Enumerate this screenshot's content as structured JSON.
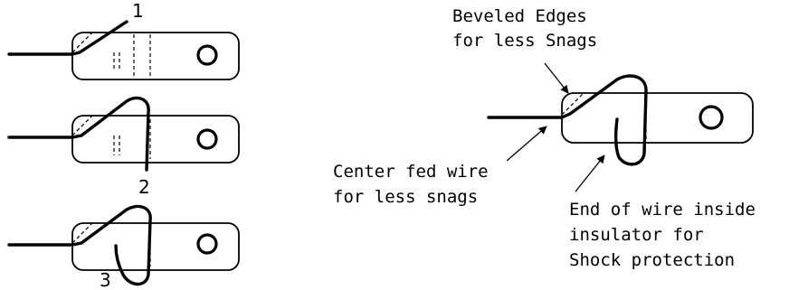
{
  "steps": [
    {
      "label": "1"
    },
    {
      "label": "2"
    },
    {
      "label": "3"
    }
  ],
  "annotations": {
    "beveled_edges": [
      "Beveled Edges",
      "for less Snags"
    ],
    "center_fed": [
      "Center fed wire",
      "for less snags"
    ],
    "end_of_wire": [
      "End of wire inside",
      "insulator for",
      "Shock protection"
    ]
  },
  "colors": {
    "line": "#000000",
    "background": "#ffffff"
  }
}
